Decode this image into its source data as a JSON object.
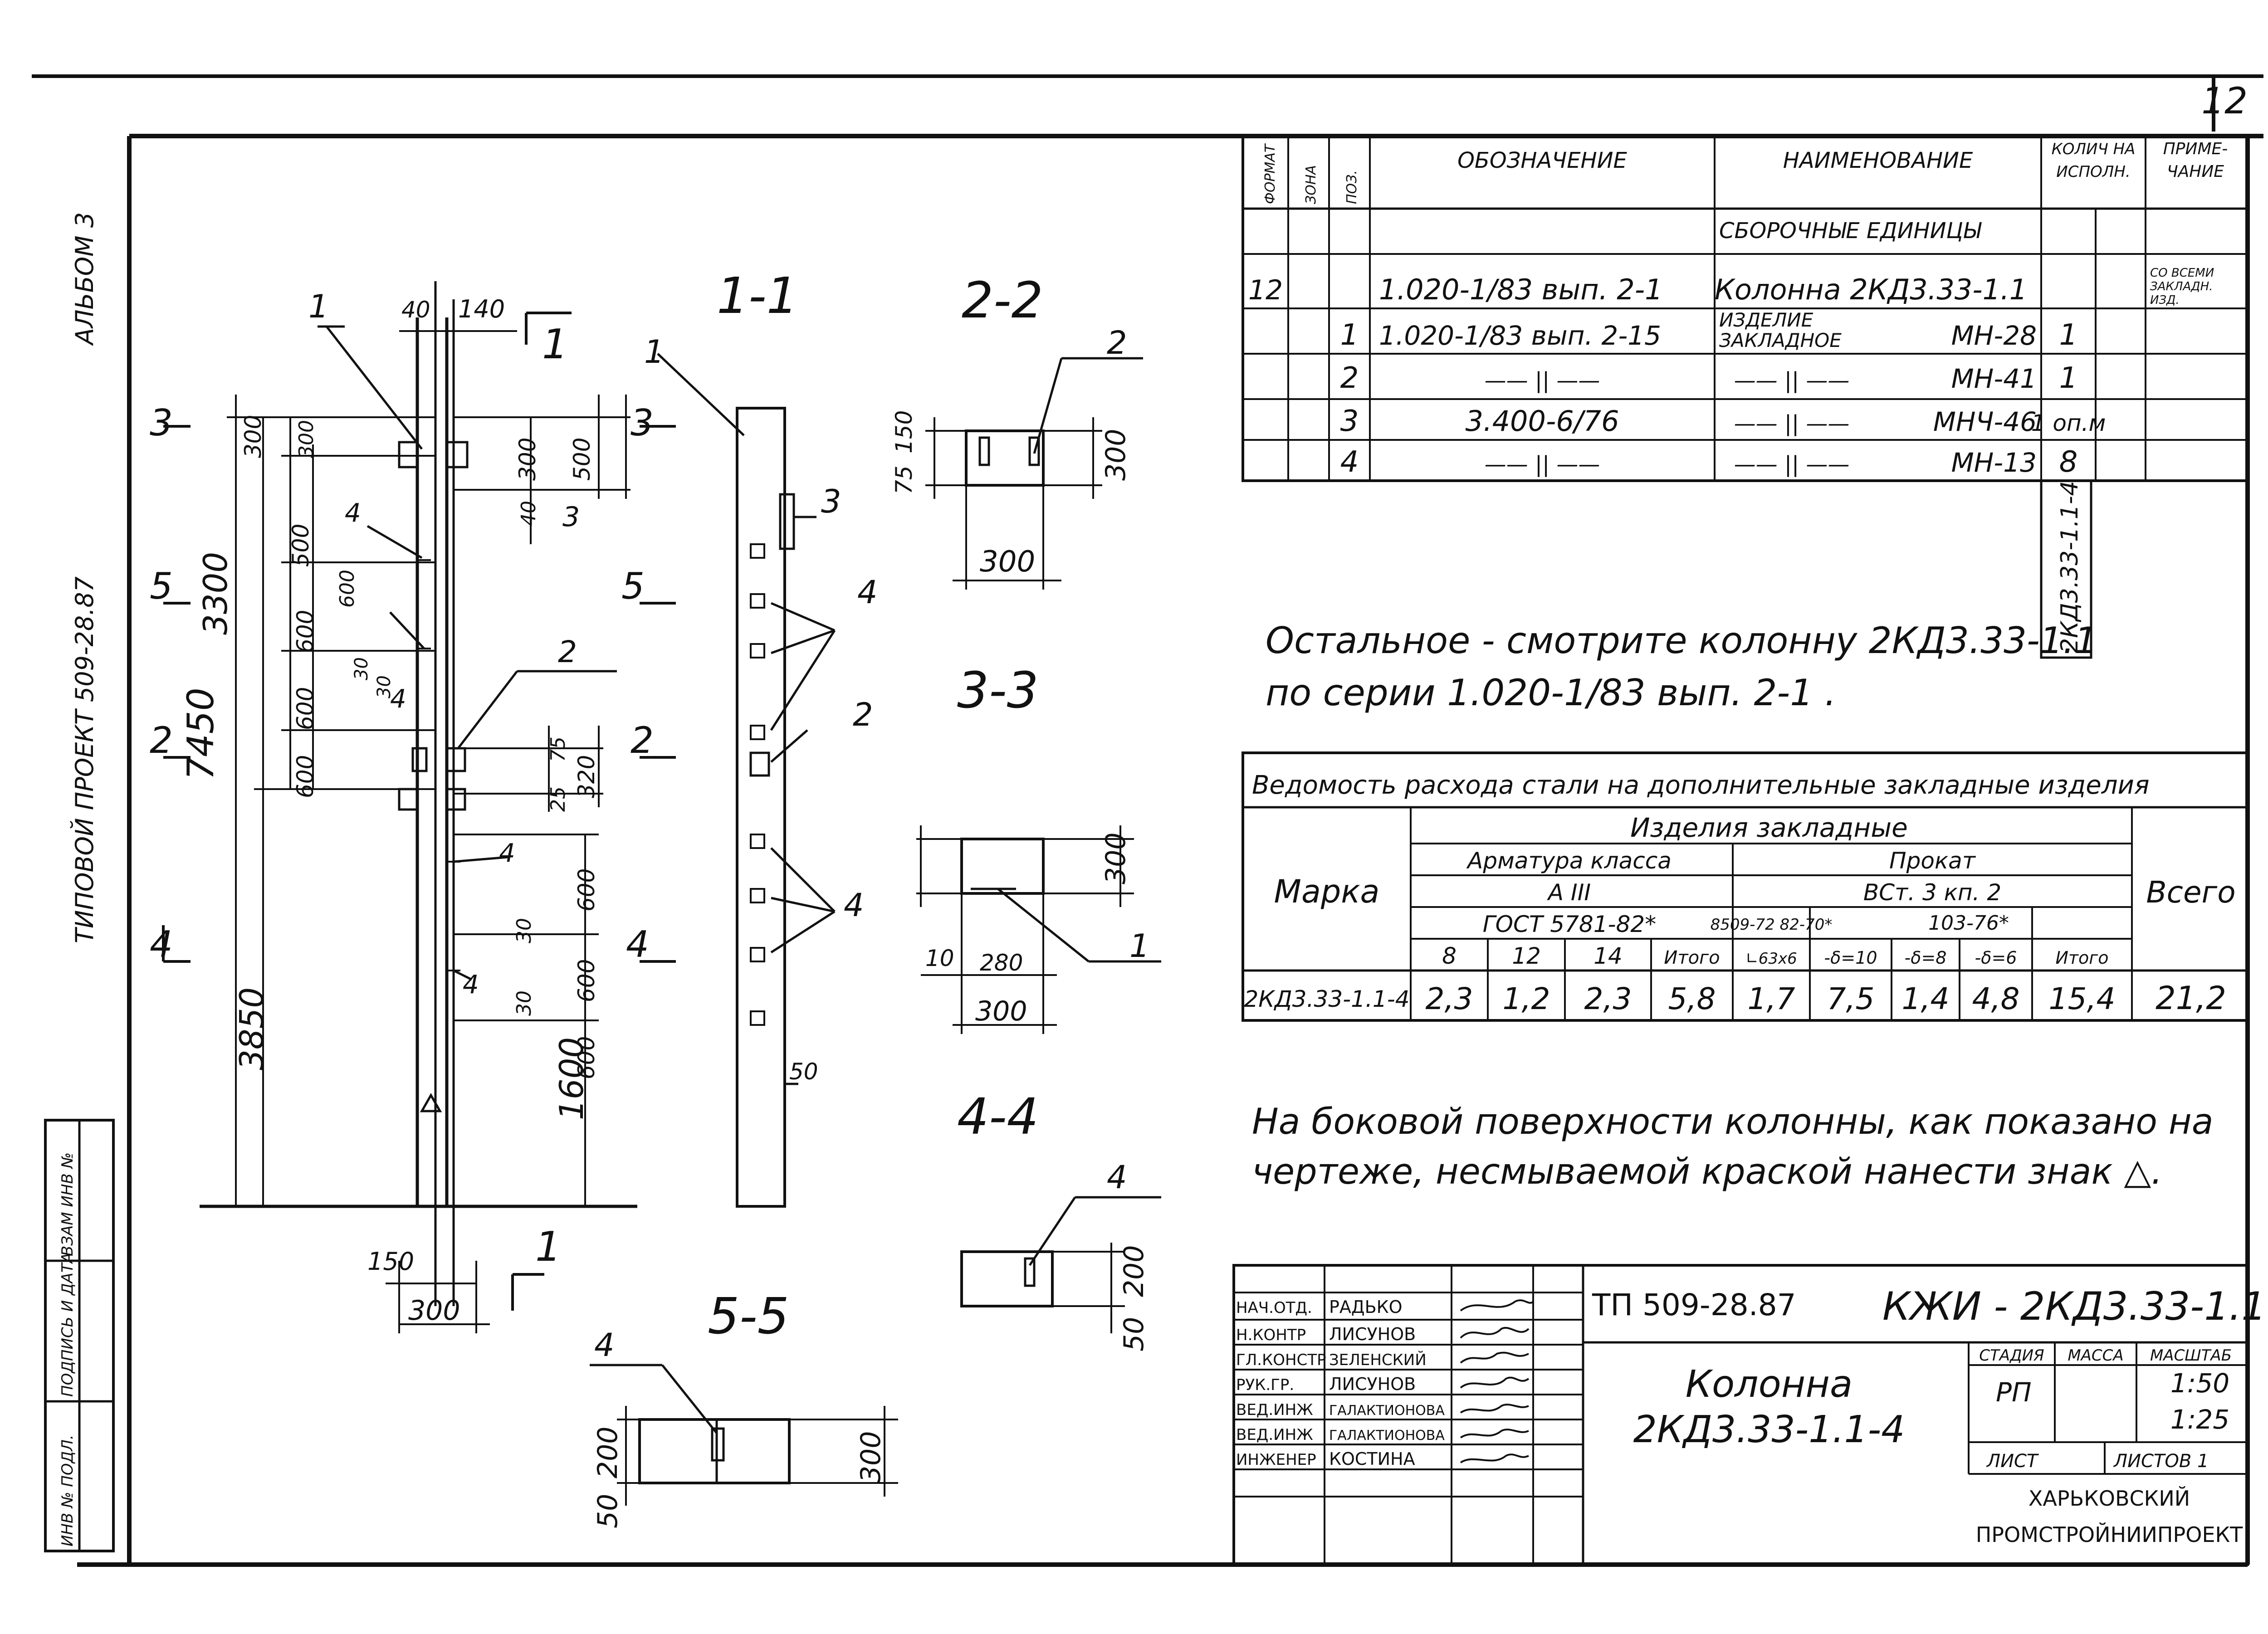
{
  "sheet": {
    "sheet_number": "12"
  },
  "margin": {
    "album": "АЛЬБОМ 3",
    "project": "ТИПОВОЙ ПРОЕКТ 509-28.87",
    "stamp_vzam": "ВЗАМ ИНВ №",
    "stamp_podpis": "ПОДПИСЬ И ДАТА",
    "stamp_inv": "ИНВ № ПОДЛ."
  },
  "elevation": {
    "labels": [
      "1",
      "1",
      "1",
      "3",
      "3",
      "5",
      "5",
      "2",
      "2",
      "4",
      "4",
      "2",
      "3",
      "4",
      "4",
      "4",
      "4"
    ],
    "dims": [
      "40",
      "140",
      "3300",
      "7450",
      "3850",
      "1600",
      "300",
      "300",
      "500",
      "600",
      "600",
      "600",
      "600",
      "300",
      "500",
      "40",
      "320",
      "75",
      "25",
      "600",
      "600",
      "600",
      "30",
      "30",
      "30",
      "30",
      "150",
      "300"
    ]
  },
  "sections": {
    "s11": {
      "title": "1-1",
      "marks": [
        "1",
        "3",
        "4",
        "2",
        "4",
        "50"
      ]
    },
    "s22": {
      "title": "2-2",
      "marks": [
        "2",
        "150",
        "75",
        "300",
        "300"
      ]
    },
    "s33": {
      "title": "3-3",
      "marks": [
        "1",
        "10",
        "280",
        "300",
        "300"
      ]
    },
    "s44": {
      "title": "4-4",
      "marks": [
        "4",
        "200",
        "50"
      ]
    },
    "s55": {
      "title": "5-5",
      "marks": [
        "4",
        "200",
        "50",
        "300"
      ]
    }
  },
  "spec": {
    "headers": [
      "ФОРМАТ",
      "ЗОНА",
      "ПОЗ.",
      "ОБОЗНАЧЕНИЕ",
      "НАИМЕНОВАНИЕ",
      "КОЛИЧ НА",
      "ИСПОЛН.",
      "ПРИМЕ-",
      "ЧАНИЕ"
    ],
    "section_title": "СБОРОЧНЫЕ ЕДИНИЦЫ",
    "rows": [
      {
        "format": "12",
        "designation": "1.020-1/83 вып. 2-1",
        "name": "Колонна 2КД3.33-1.1",
        "note_1": "СО ВСЕМИ",
        "note_2": "ЗАКЛАДН.",
        "note_3": "ИЗД."
      },
      {
        "pos": "1",
        "designation": "1.020-1/83 вып. 2-15",
        "name_1": "ИЗДЕЛИЕ",
        "name_2": "ЗАКЛАДНОЕ",
        "mark": "МН-28",
        "qty": "1"
      },
      {
        "pos": "2",
        "designation": "—— || ——",
        "name": "—— || ——",
        "mark": "МН-41",
        "qty": "1"
      },
      {
        "pos": "3",
        "designation": "3.400-6/76",
        "name": "—— || ——",
        "mark": "МНЧ-46",
        "qty": "1 оп.м"
      },
      {
        "pos": "4",
        "designation": "—— || ——",
        "name": "—— || ——",
        "mark": "МН-13",
        "qty": "8"
      }
    ],
    "vertical_mark": "2КД3.33-1.1-4"
  },
  "notes": {
    "n1_line1": "Остальное - смотрите колонну 2КД3.33-1.1",
    "n1_line2": "по серии 1.020-1/83 вып. 2-1 .",
    "n2_line1": "На боковой поверхности колонны, как показано на",
    "n2_line2": "чертеже, несмываемой краской нанести знак △."
  },
  "steel": {
    "title": "Ведомость расхода стали на дополнительные закладные изделия",
    "group": "Изделия закладные",
    "armatura": "Арматура класса",
    "prokat": "Прокат",
    "armatura_class": "А III",
    "prokat_grade": "ВСт. 3 кп. 2",
    "gost_arm": "ГОСТ 5781-82*",
    "gost_prokat_1": "8509-72 82-70*",
    "gost_prokat_2": "103-76*",
    "h_mark": "Марка",
    "h_total": "Всего",
    "cols": [
      "8",
      "12",
      "14",
      "Итого",
      "∟63x6",
      "-δ=10",
      "-δ=8",
      "-δ=6",
      "Итого"
    ],
    "row": {
      "mark": "2КД3.33-1.1-4",
      "values": [
        "2,3",
        "1,2",
        "2,3",
        "5,8",
        "1,7",
        "7,5",
        "1,4",
        "4,8",
        "15,4"
      ],
      "total": "21,2"
    }
  },
  "title_block": {
    "project": "ТП 509-28.87",
    "code": "КЖИ - 2КД3.33-1.1-4",
    "name_1": "Колонна",
    "name_2": "2КД3.33-1.1-4",
    "h_stage": "СТАДИЯ",
    "h_mass": "МАССА",
    "h_scale": "МАСШТАБ",
    "stage": "РП",
    "scale_1": "1:50",
    "scale_2": "1:25",
    "h_sheet": "ЛИСТ",
    "h_sheets": "ЛИСТОВ 1",
    "org_1": "ХАРЬКОВСКИЙ",
    "org_2": "ПРОМСТРОЙНИИПРОЕКТ",
    "roles": [
      "НАЧ.ОТД.",
      "Н.КОНТР",
      "ГЛ.КОНСТР",
      "РУК.ГР.",
      "ВЕД.ИНЖ",
      "ВЕД.ИНЖ",
      "ИНЖЕНЕР"
    ],
    "names": [
      "РАДЬКО",
      "ЛИСУНОВ",
      "ЗЕЛЕНСКИЙ",
      "ЛИСУНОВ",
      "ГАЛАКТИОНОВА",
      "ГАЛАКТИОНОВА",
      "КОСТИНА"
    ]
  }
}
